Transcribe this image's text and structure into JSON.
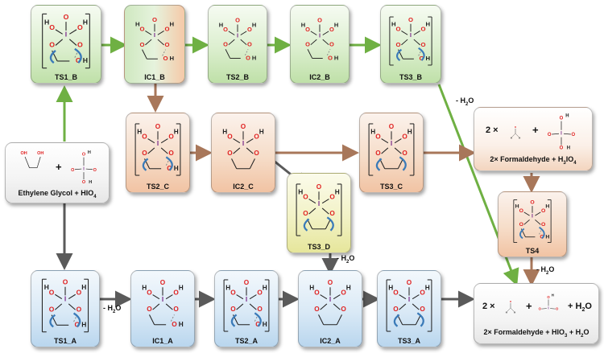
{
  "colors": {
    "green_arrow": "#6fb043",
    "brown_arrow": "#a8775a",
    "gray_arrow": "#5a5a5a",
    "oxygen_red": "#e02020",
    "curved_arrow_blue": "#3a7ab8"
  },
  "nodes": {
    "ts1_b": "TS1_B",
    "ic1_b": "IC1_B",
    "ts2_b": "TS2_B",
    "ic2_b": "IC2_B",
    "ts3_b": "TS3_B",
    "ts2_c": "TS2_C",
    "ic2_c": "IC2_C",
    "ts3_c": "TS3_C",
    "ts3_d": "TS3_D",
    "ts4": "TS4",
    "ts1_a": "TS1_A",
    "ic1_a": "IC1_A",
    "ts2_a": "TS2_A",
    "ic2_a": "IC2_A",
    "ts3_a": "TS3_A"
  },
  "reactants": {
    "label": "Ethylene Glycol + HIO",
    "label_sub": "4"
  },
  "product_c": {
    "prefix": "2 ×",
    "label": "2× Formaldehyde + H",
    "sub1": "3",
    "mid": "IO",
    "sub2": "4"
  },
  "product_a": {
    "prefix": "2 ×",
    "suffix": "+ H",
    "suffix_sub": "2",
    "suffix_end": "O",
    "label": "2× Formaldehyde + HIO",
    "label_sub1": "3",
    "label_mid": " + H",
    "label_sub2": "2",
    "label_end": "O"
  },
  "water_labels": {
    "w1": "- H",
    "w1_sub": "2",
    "w1_end": "O",
    "w2": "- H",
    "w2_sub": "2",
    "w2_end": "O",
    "w3": "- H",
    "w3_sub": "2",
    "w3_end": "O",
    "w4": "- H",
    "w4_sub": "2",
    "w4_end": "O"
  },
  "plus_sign": "+"
}
